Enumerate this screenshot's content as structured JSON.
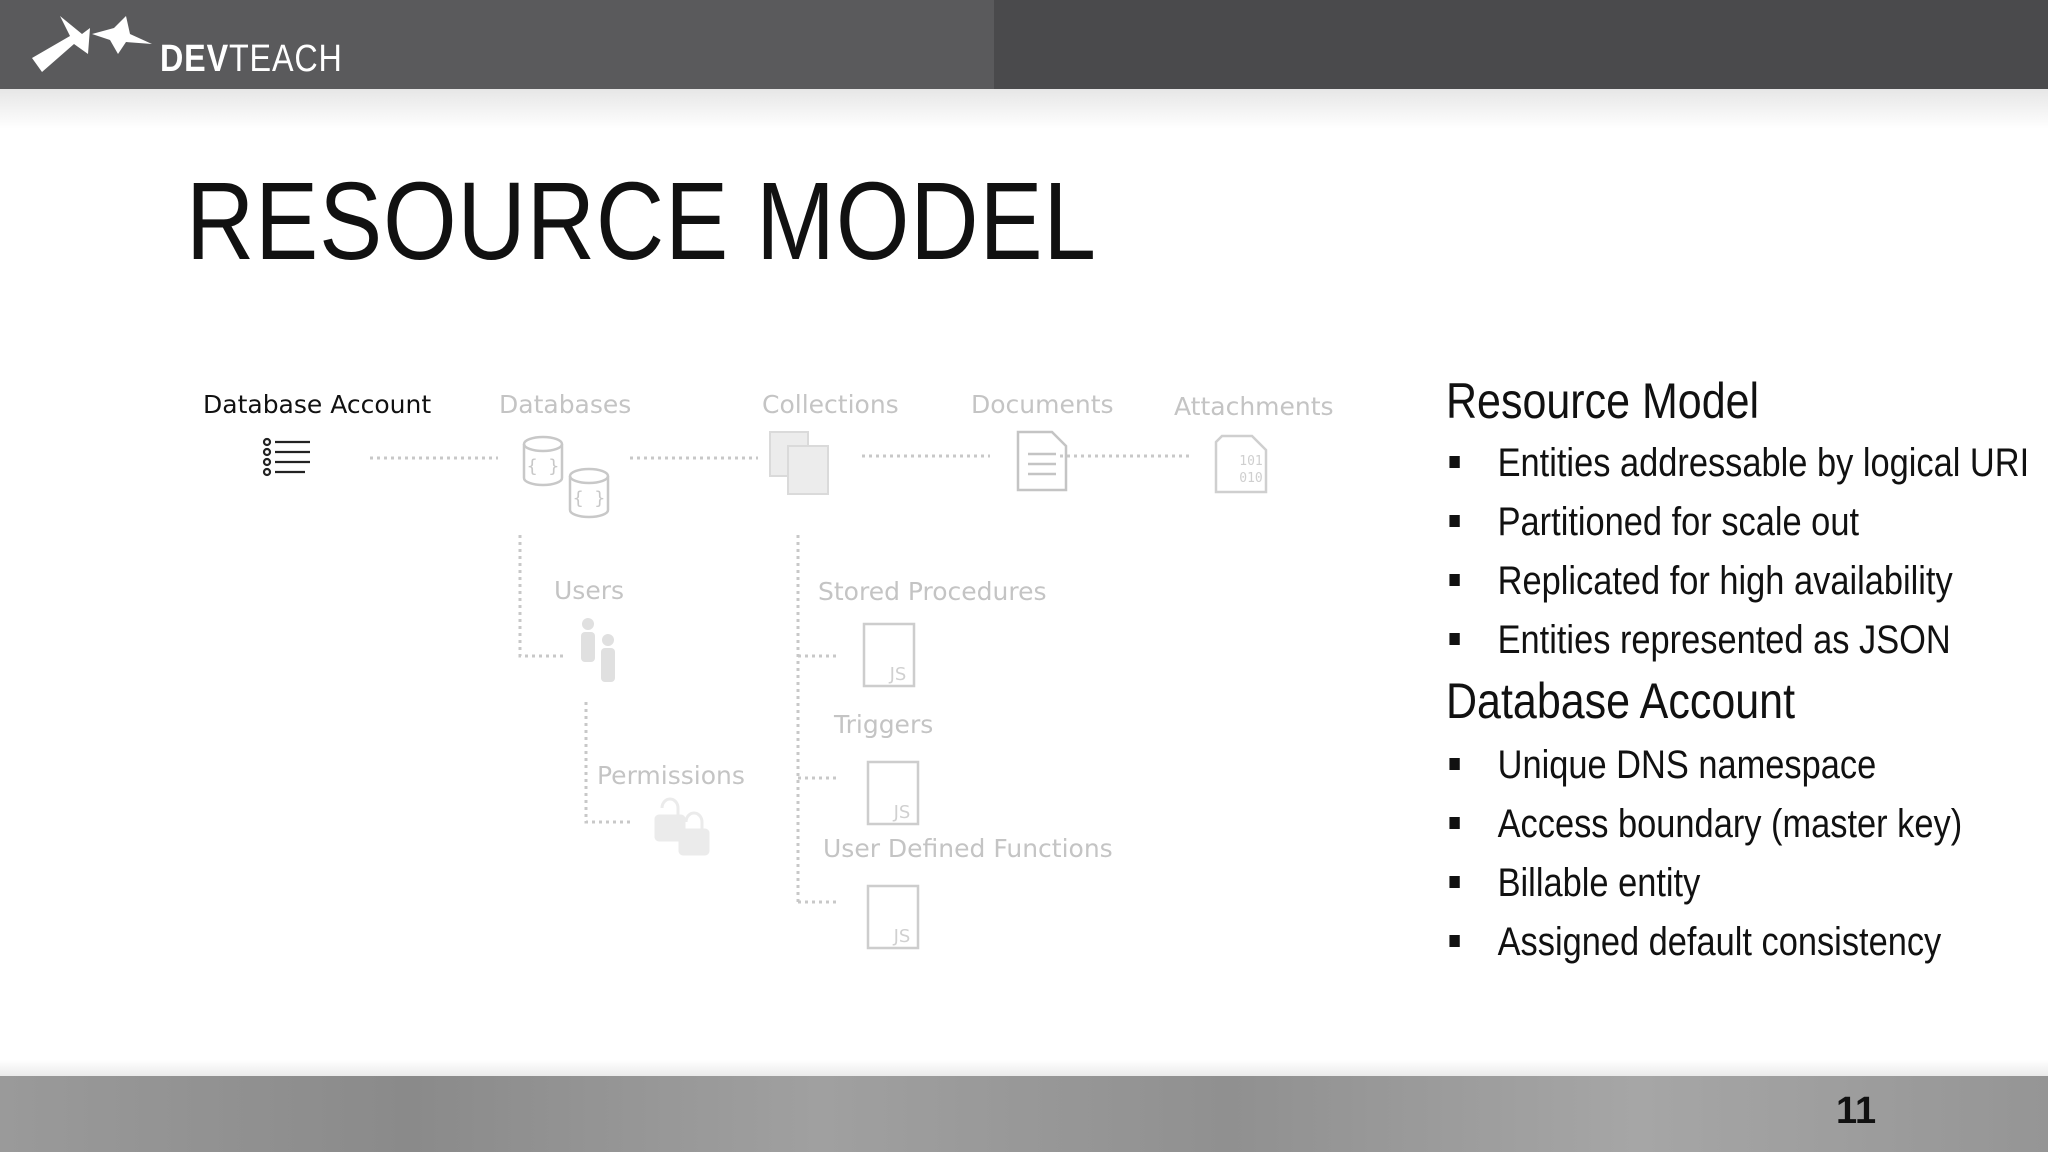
{
  "header": {
    "logo_bold": "DEV",
    "logo_light": "TEACH"
  },
  "slide": {
    "title": "RESOURCE MODEL",
    "page_number": "11"
  },
  "diagram": {
    "labels": {
      "database_account": "Database Account",
      "databases": "Databases",
      "collections": "Collections",
      "documents": "Documents",
      "attachments": "Attachments",
      "users": "Users",
      "permissions": "Permissions",
      "stored_procedures": "Stored Procedures",
      "triggers": "Triggers",
      "user_defined_functions": "User Defined Functions"
    },
    "icon_text": {
      "database": "{ }",
      "js": "JS",
      "binary_1": "101",
      "binary_2": "010"
    }
  },
  "panel": {
    "section1_title": "Resource Model",
    "section1_items": [
      "Entities addressable by logical URI",
      "Partitioned for scale out",
      "Replicated for high availability",
      "Entities represented as JSON"
    ],
    "section2_title": "Database Account",
    "section2_items": [
      "Unique DNS namespace",
      "Access boundary (master key)",
      "Billable entity",
      "Assigned default consistency"
    ]
  }
}
